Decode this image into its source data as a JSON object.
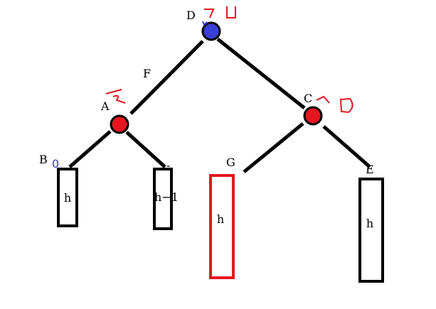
{
  "nodes": {
    "root": {
      "label": "D",
      "color": "#3a3fd6"
    },
    "left": {
      "label": "A",
      "color": "#e5161f"
    },
    "right": {
      "label": "C",
      "color": "#e5161f"
    }
  },
  "edge_label": "F",
  "leaves": {
    "b": {
      "label": "B",
      "value": "0",
      "content": "h"
    },
    "h1": {
      "label": "-",
      "content": "h−1"
    },
    "g": {
      "label": "G",
      "content": "h"
    },
    "e": {
      "label": "E",
      "content": "h"
    }
  },
  "colors": {
    "black": "#000000",
    "red": "#e5161f",
    "blue": "#3a3fd6"
  }
}
